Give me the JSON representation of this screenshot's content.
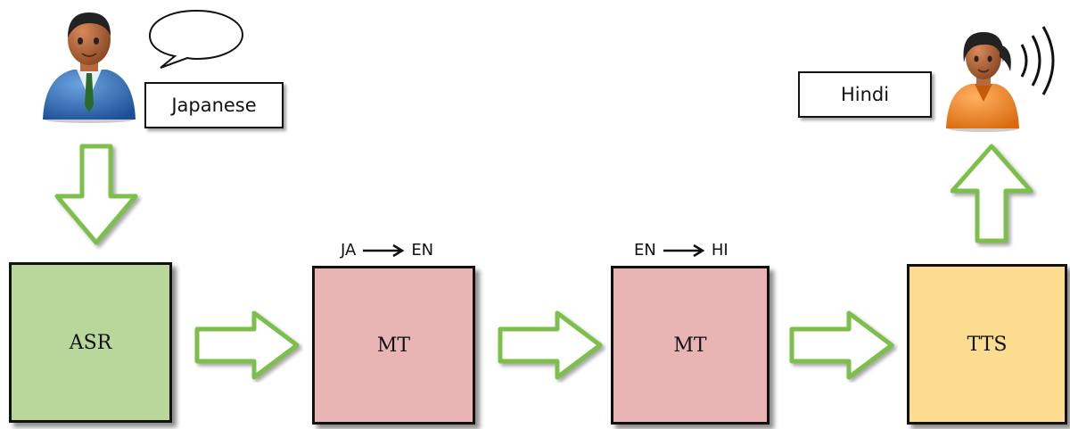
{
  "input_language": "Japanese",
  "output_language": "Hindi",
  "blocks": [
    {
      "label": "ASR",
      "color": "#b9d79a"
    },
    {
      "label": "MT",
      "color": "#e8b4b4",
      "from": "JA",
      "to": "EN"
    },
    {
      "label": "MT",
      "color": "#e8b4b4",
      "from": "EN",
      "to": "HI"
    },
    {
      "label": "TTS",
      "color": "#fcdc8e"
    }
  ],
  "colors": {
    "arrow": "#7cc04b",
    "border": "#111111"
  },
  "icons": {
    "speaker": "person-icon",
    "speech": "speech-bubble-icon",
    "listener": "person-icon",
    "sound": "sound-waves-icon"
  }
}
